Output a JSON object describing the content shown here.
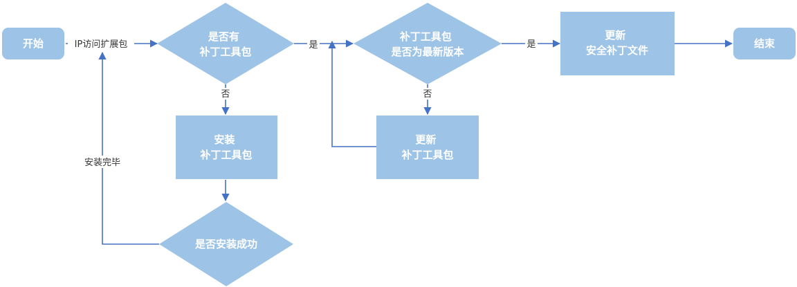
{
  "colors": {
    "node_fill": "#9dc3e6",
    "edge": "#4472c4",
    "node_text": "#ffffff",
    "edge_text": "#333333"
  },
  "nodes": {
    "start": "开始",
    "decision_has_patch_tool": [
      "是否有",
      "补丁工具包"
    ],
    "install_patch_tool": [
      "安装",
      "补丁工具包"
    ],
    "decision_install_success": "是否安装成功",
    "decision_latest_version": [
      "补丁工具包",
      "是否为最新版本"
    ],
    "update_patch_tool": [
      "更新",
      "补丁工具包"
    ],
    "update_security_patch": [
      "更新",
      "安全补丁文件"
    ],
    "end": "结束"
  },
  "edges": {
    "ip_access": "IP访问扩展包",
    "yes_1": "是",
    "no_1": "否",
    "yes_2": "是",
    "no_2": "否",
    "install_done": "安装完毕"
  }
}
